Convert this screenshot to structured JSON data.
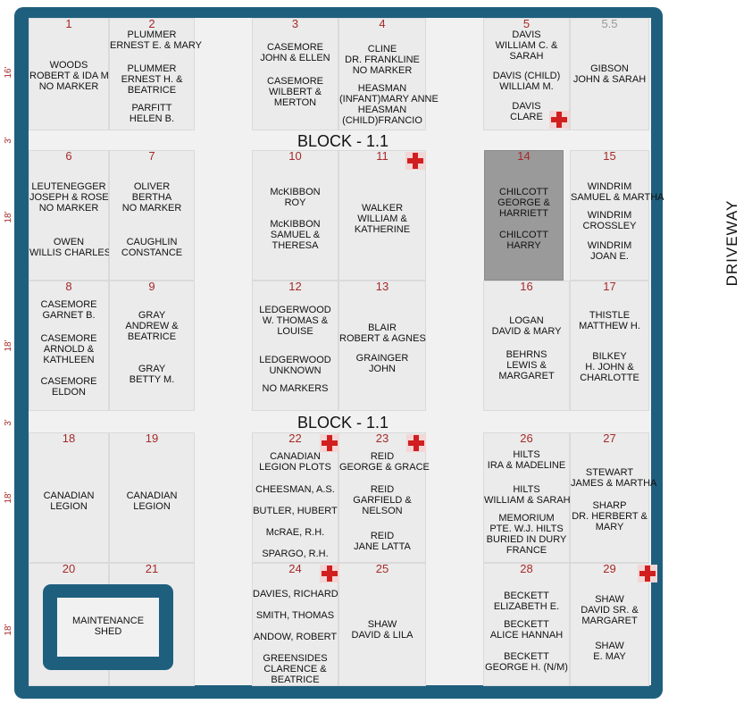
{
  "block_label": "BLOCK - 1.1",
  "driveway_label": "DRIVEWAY",
  "dimension_labels": {
    "d16": "16'",
    "d18": "18'",
    "d3": "3'"
  },
  "maintenance_shed": "MAINTENANCE\nSHED",
  "colors": {
    "frame": "#1f5f7e",
    "plot": "#ebebeb",
    "highlight": "#9a9a9a",
    "number": "#a72929",
    "marker": "#d11f1f"
  },
  "plots": [
    {
      "id": "1",
      "groups": [
        "WOODS\nROBERT & IDA MAY\nNO MARKER"
      ]
    },
    {
      "id": "2",
      "groups": [
        "PLUMMER\nERNEST E. & MARY",
        "PLUMMER\nERNEST H. &\nBEATRICE",
        "PARFITT\nHELEN B."
      ]
    },
    {
      "id": "3",
      "groups": [
        "CASEMORE\nJOHN & ELLEN",
        "CASEMORE\nWILBERT &\nMERTON"
      ]
    },
    {
      "id": "4",
      "groups": [
        "CLINE\nDR. FRANKLINE\nNO MARKER",
        "HEASMAN\n(INFANT)MARY ANNE\nHEASMAN\n(CHILD)FRANCIO"
      ]
    },
    {
      "id": "5",
      "groups": [
        "DAVIS\nWILLIAM C. &\nSARAH",
        "DAVIS (CHILD)\nWILLIAM M.",
        "DAVIS\nCLARE"
      ]
    },
    {
      "id": "5.5",
      "groups": [
        "GIBSON\nJOHN & SARAH"
      ]
    },
    {
      "id": "6",
      "groups": [
        "LEUTENEGGER\nJOSEPH & ROSE\nNO MARKER",
        "OWEN\nWILLIS CHARLES"
      ]
    },
    {
      "id": "7",
      "groups": [
        "OLIVER\nBERTHA\nNO MARKER",
        "CAUGHLIN\nCONSTANCE"
      ]
    },
    {
      "id": "10",
      "groups": [
        "McKIBBON\nROY",
        "McKIBBON\nSAMUEL &\nTHERESA"
      ]
    },
    {
      "id": "11",
      "groups": [
        "WALKER\nWILLIAM &\nKATHERINE"
      ]
    },
    {
      "id": "14",
      "groups": [
        "CHILCOTT\nGEORGE &\nHARRIETT",
        "CHILCOTT\nHARRY"
      ]
    },
    {
      "id": "15",
      "groups": [
        "WINDRIM\nSAMUEL & MARTHA",
        "WINDRIM\nCROSSLEY",
        "WINDRIM\nJOAN E."
      ]
    },
    {
      "id": "8",
      "groups": [
        "CASEMORE\nGARNET B.",
        "CASEMORE\nARNOLD &\nKATHLEEN",
        "CASEMORE\nELDON"
      ]
    },
    {
      "id": "9",
      "groups": [
        "GRAY\nANDREW &\nBEATRICE",
        "GRAY\nBETTY M."
      ]
    },
    {
      "id": "12",
      "groups": [
        "LEDGERWOOD\nW. THOMAS &\nLOUISE",
        "LEDGERWOOD\nUNKNOWN",
        "NO MARKERS"
      ]
    },
    {
      "id": "13",
      "groups": [
        "BLAIR\nROBERT & AGNES",
        "GRAINGER\nJOHN"
      ]
    },
    {
      "id": "16",
      "groups": [
        "LOGAN\nDAVID & MARY",
        "BEHRNS\nLEWIS &\nMARGARET"
      ]
    },
    {
      "id": "17",
      "groups": [
        "THISTLE\nMATTHEW H.",
        "BILKEY\nH. JOHN &\nCHARLOTTE"
      ]
    },
    {
      "id": "18",
      "groups": [
        "CANADIAN\nLEGION"
      ]
    },
    {
      "id": "19",
      "groups": [
        "CANADIAN\nLEGION"
      ]
    },
    {
      "id": "22",
      "groups": [
        "CANADIAN\nLEGION PLOTS",
        "CHEESMAN, A.S.",
        "BUTLER, HUBERT",
        "McRAE, R.H.",
        "SPARGO, R.H."
      ]
    },
    {
      "id": "23",
      "groups": [
        "REID\nGEORGE & GRACE",
        "REID\nGARFIELD &\nNELSON",
        "REID\nJANE LATTA"
      ]
    },
    {
      "id": "26",
      "groups": [
        "HILTS\nIRA & MADELINE",
        "HILTS\nWILLIAM & SARAH",
        "MEMORIUM\nPTE. W.J. HILTS\nBURIED IN DURY\nFRANCE"
      ]
    },
    {
      "id": "27",
      "groups": [
        "STEWART\nJAMES & MARTHA",
        "SHARP\nDR. HERBERT &\nMARY"
      ]
    },
    {
      "id": "20",
      "groups": []
    },
    {
      "id": "21",
      "groups": []
    },
    {
      "id": "24",
      "groups": [
        "DAVIES, RICHARD",
        "SMITH, THOMAS",
        "ANDOW, ROBERT",
        "GREENSIDES\nCLARENCE &\nBEATRICE"
      ]
    },
    {
      "id": "25",
      "groups": [
        "SHAW\nDAVID & LILA"
      ]
    },
    {
      "id": "28",
      "groups": [
        "BECKETT\nELIZABETH E.",
        "BECKETT\nALICE HANNAH",
        "BECKETT\nGEORGE H. (N/M)"
      ]
    },
    {
      "id": "29",
      "groups": [
        "SHAW\nDAVID SR. &\nMARGARET",
        "SHAW\nE. MAY"
      ]
    }
  ]
}
